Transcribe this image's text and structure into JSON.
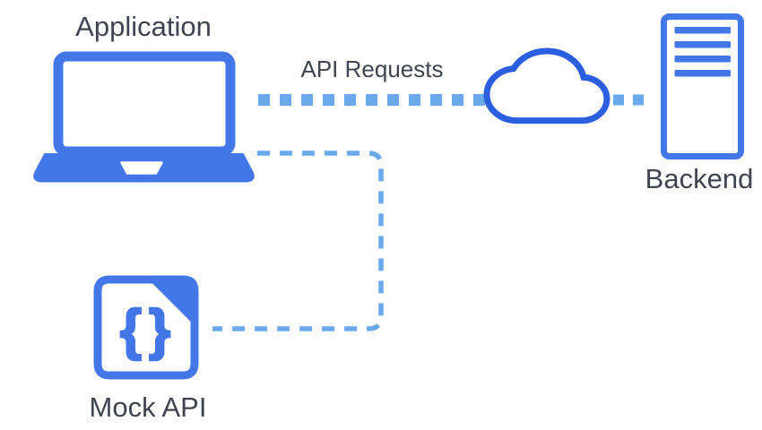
{
  "diagram": {
    "nodes": [
      {
        "id": "application",
        "label": "Application",
        "icon": "laptop-icon"
      },
      {
        "id": "backend",
        "label": "Backend",
        "icon": "server-icon"
      },
      {
        "id": "mock-api",
        "label": "Mock API",
        "icon": "json-file-icon",
        "glyph": "{}"
      },
      {
        "id": "cloud",
        "icon": "cloud-icon"
      }
    ],
    "connections": [
      {
        "from": "application",
        "to": "backend",
        "via": "cloud",
        "label": "API Requests",
        "style": "dotted"
      },
      {
        "from": "application",
        "to": "mock-api",
        "label": "",
        "style": "dashed"
      }
    ],
    "colors": {
      "primary_blue": "#4377e8",
      "cloud_blue": "#2c5fe0",
      "connector_blue": "#6aa9ec",
      "text_dark": "#3f4450"
    }
  }
}
